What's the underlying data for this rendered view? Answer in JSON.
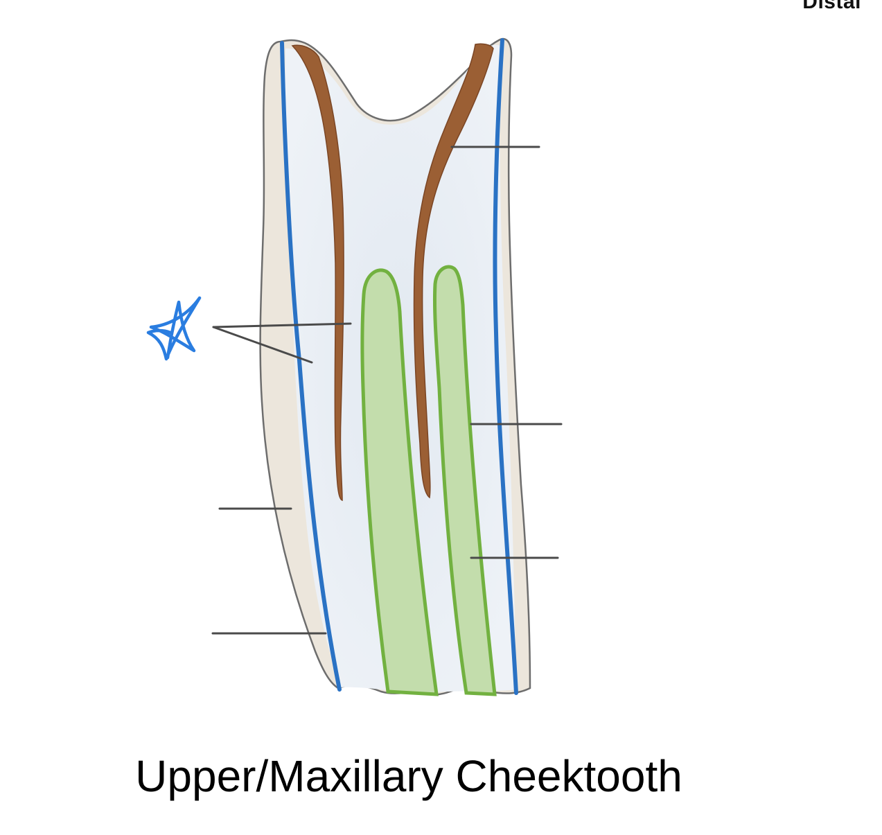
{
  "corner_label": "Distal",
  "caption": "Upper/Maxillary Cheektooth",
  "colors": {
    "cementum": "#ece6dc",
    "enamel_line": "#2a72c4",
    "dentin": "#e7edf4",
    "infundibulum_wall": "#9b5f34",
    "pulp_fill": "#c3ddac",
    "pulp_line": "#72b140",
    "leader_line": "#4a4a4a",
    "star_mark": "#2a7de0"
  },
  "diagram": {
    "structures": [
      "cementum",
      "enamel",
      "dentin",
      "infundibulum",
      "pulp-cavity"
    ],
    "leader_lines": 7,
    "annotation_mark": "star"
  }
}
